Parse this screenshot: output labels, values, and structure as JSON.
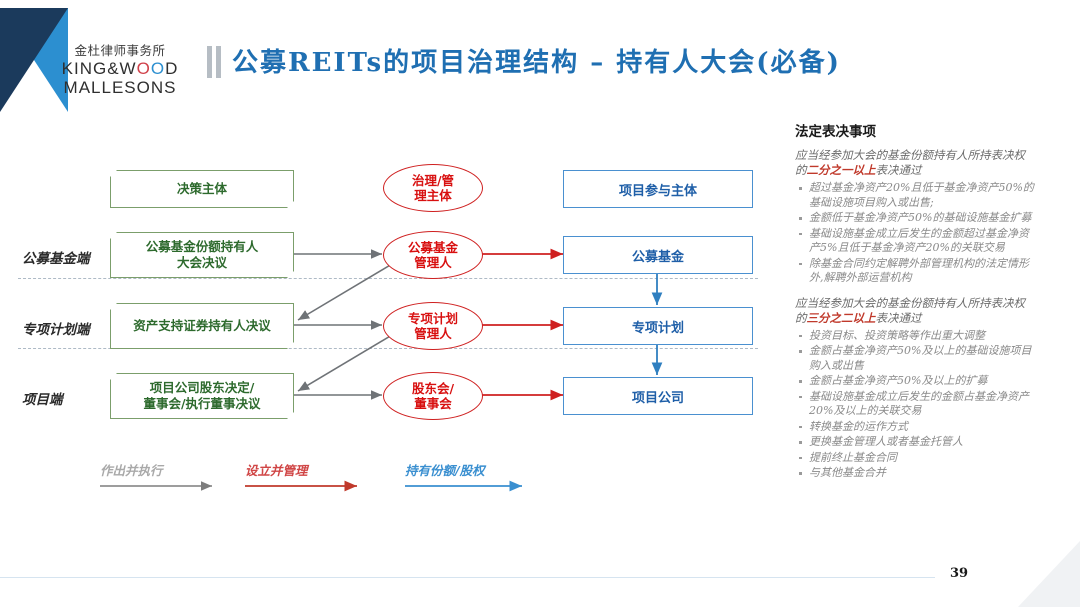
{
  "header": {
    "logo_cn": "金杜律师事务所",
    "logo_en_line1_a": "KING&W",
    "logo_en_line1_o1": "O",
    "logo_en_line1_o2": "O",
    "logo_en_line1_b": "D",
    "logo_en_line2": "MALLESONS",
    "title": "公募REITs的项目治理结构 – 持有人大会(必备)",
    "title_color": "#1f6fb2",
    "accent_bar_color": "#b6bdc4"
  },
  "diagram": {
    "column_headers": {
      "decision": "决策主体",
      "governance": "治理/管\n理主体",
      "participants": "项目参与主体"
    },
    "row_labels": [
      "公募基金端",
      "专项计划端",
      "项目端"
    ],
    "green_boxes": [
      "公募基金份额持有人\n大会决议",
      "资产支持证券持有人决议",
      "项目公司股东决定/\n董事会/执行董事决议"
    ],
    "ellipses": [
      "公募基金\n管理人",
      "专项计划\n管理人",
      "股东会/\n董事会"
    ],
    "blue_boxes": [
      "公募基金",
      "专项计划",
      "项目公司"
    ],
    "colors": {
      "green": "#7b9e6b",
      "green_text": "#2d6a2d",
      "red": "#cf2020",
      "red_text": "#d81010",
      "blue": "#4a90d0",
      "blue_text": "#1f5fa8",
      "gray_arrow": "#6f7377"
    }
  },
  "legend": [
    {
      "label": "作出并执行",
      "color": "#a9a9a9"
    },
    {
      "label": "设立并管理",
      "color": "#c0392b"
    },
    {
      "label": "持有份额/股权",
      "color": "#3a8fd0"
    }
  ],
  "panel": {
    "heading": "法定表决事项",
    "section1": {
      "lead_pre": "应当经参加大会的基金份额持有人所持表决权的",
      "lead_hl": "二分之一以上",
      "lead_post": "表决通过",
      "items": [
        "超过基金净资产20%且低于基金净资产50%的基础设施项目购入或出售;",
        "金额低于基金净资产50%的基础设施基金扩募",
        "基础设施基金成立后发生的金额超过基金净资产5%且低于基金净资产20%的关联交易",
        "除基金合同约定解聘外部管理机构的法定情形外,解聘外部运营机构"
      ]
    },
    "section2": {
      "lead_pre": "应当经参加大会的基金份额持有人所持表决权的",
      "lead_hl": "三分之二以上",
      "lead_post": "表决通过",
      "items": [
        "投资目标、投资策略等作出重大调整",
        "金额占基金净资产50%及以上的基础设施项目购入或出售",
        "金额占基金净资产50%及以上的扩募",
        "基础设施基金成立后发生的金额占基金净资产20%及以上的关联交易",
        "转换基金的运作方式",
        "更换基金管理人或者基金托管人",
        "提前终止基金合同",
        "与其他基金合并"
      ]
    }
  },
  "footer": {
    "page_number": "39"
  }
}
